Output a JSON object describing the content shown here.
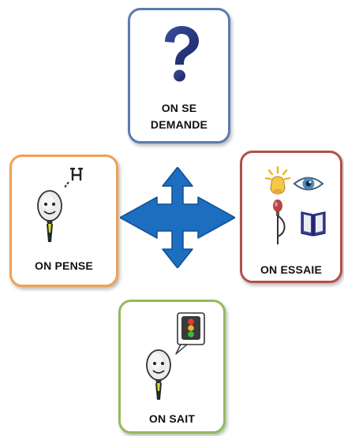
{
  "colors": {
    "card_top_border": "#5b7ab3",
    "card_left_border": "#f0a152",
    "card_right_border": "#b2504b",
    "card_bottom_border": "#94bb58",
    "arrow_fill": "#1d6dc1",
    "arrow_stroke": "#114e92"
  },
  "cards": {
    "top": {
      "label_line1": "ON SE",
      "label_line2": "DEMANDE",
      "icon": "question-mark-icon"
    },
    "left": {
      "label": "ON PENSE",
      "icon": "thinking-head-icon"
    },
    "right": {
      "label": "ON ESSAIE",
      "icons": [
        "hand-sun-icon",
        "eye-icon",
        "microphone-icon",
        "book-icon"
      ]
    },
    "bottom": {
      "label": "ON SAIT",
      "icon": "head-traffic-light-icon"
    }
  },
  "center": {
    "icon": "four-way-arrow-icon"
  }
}
